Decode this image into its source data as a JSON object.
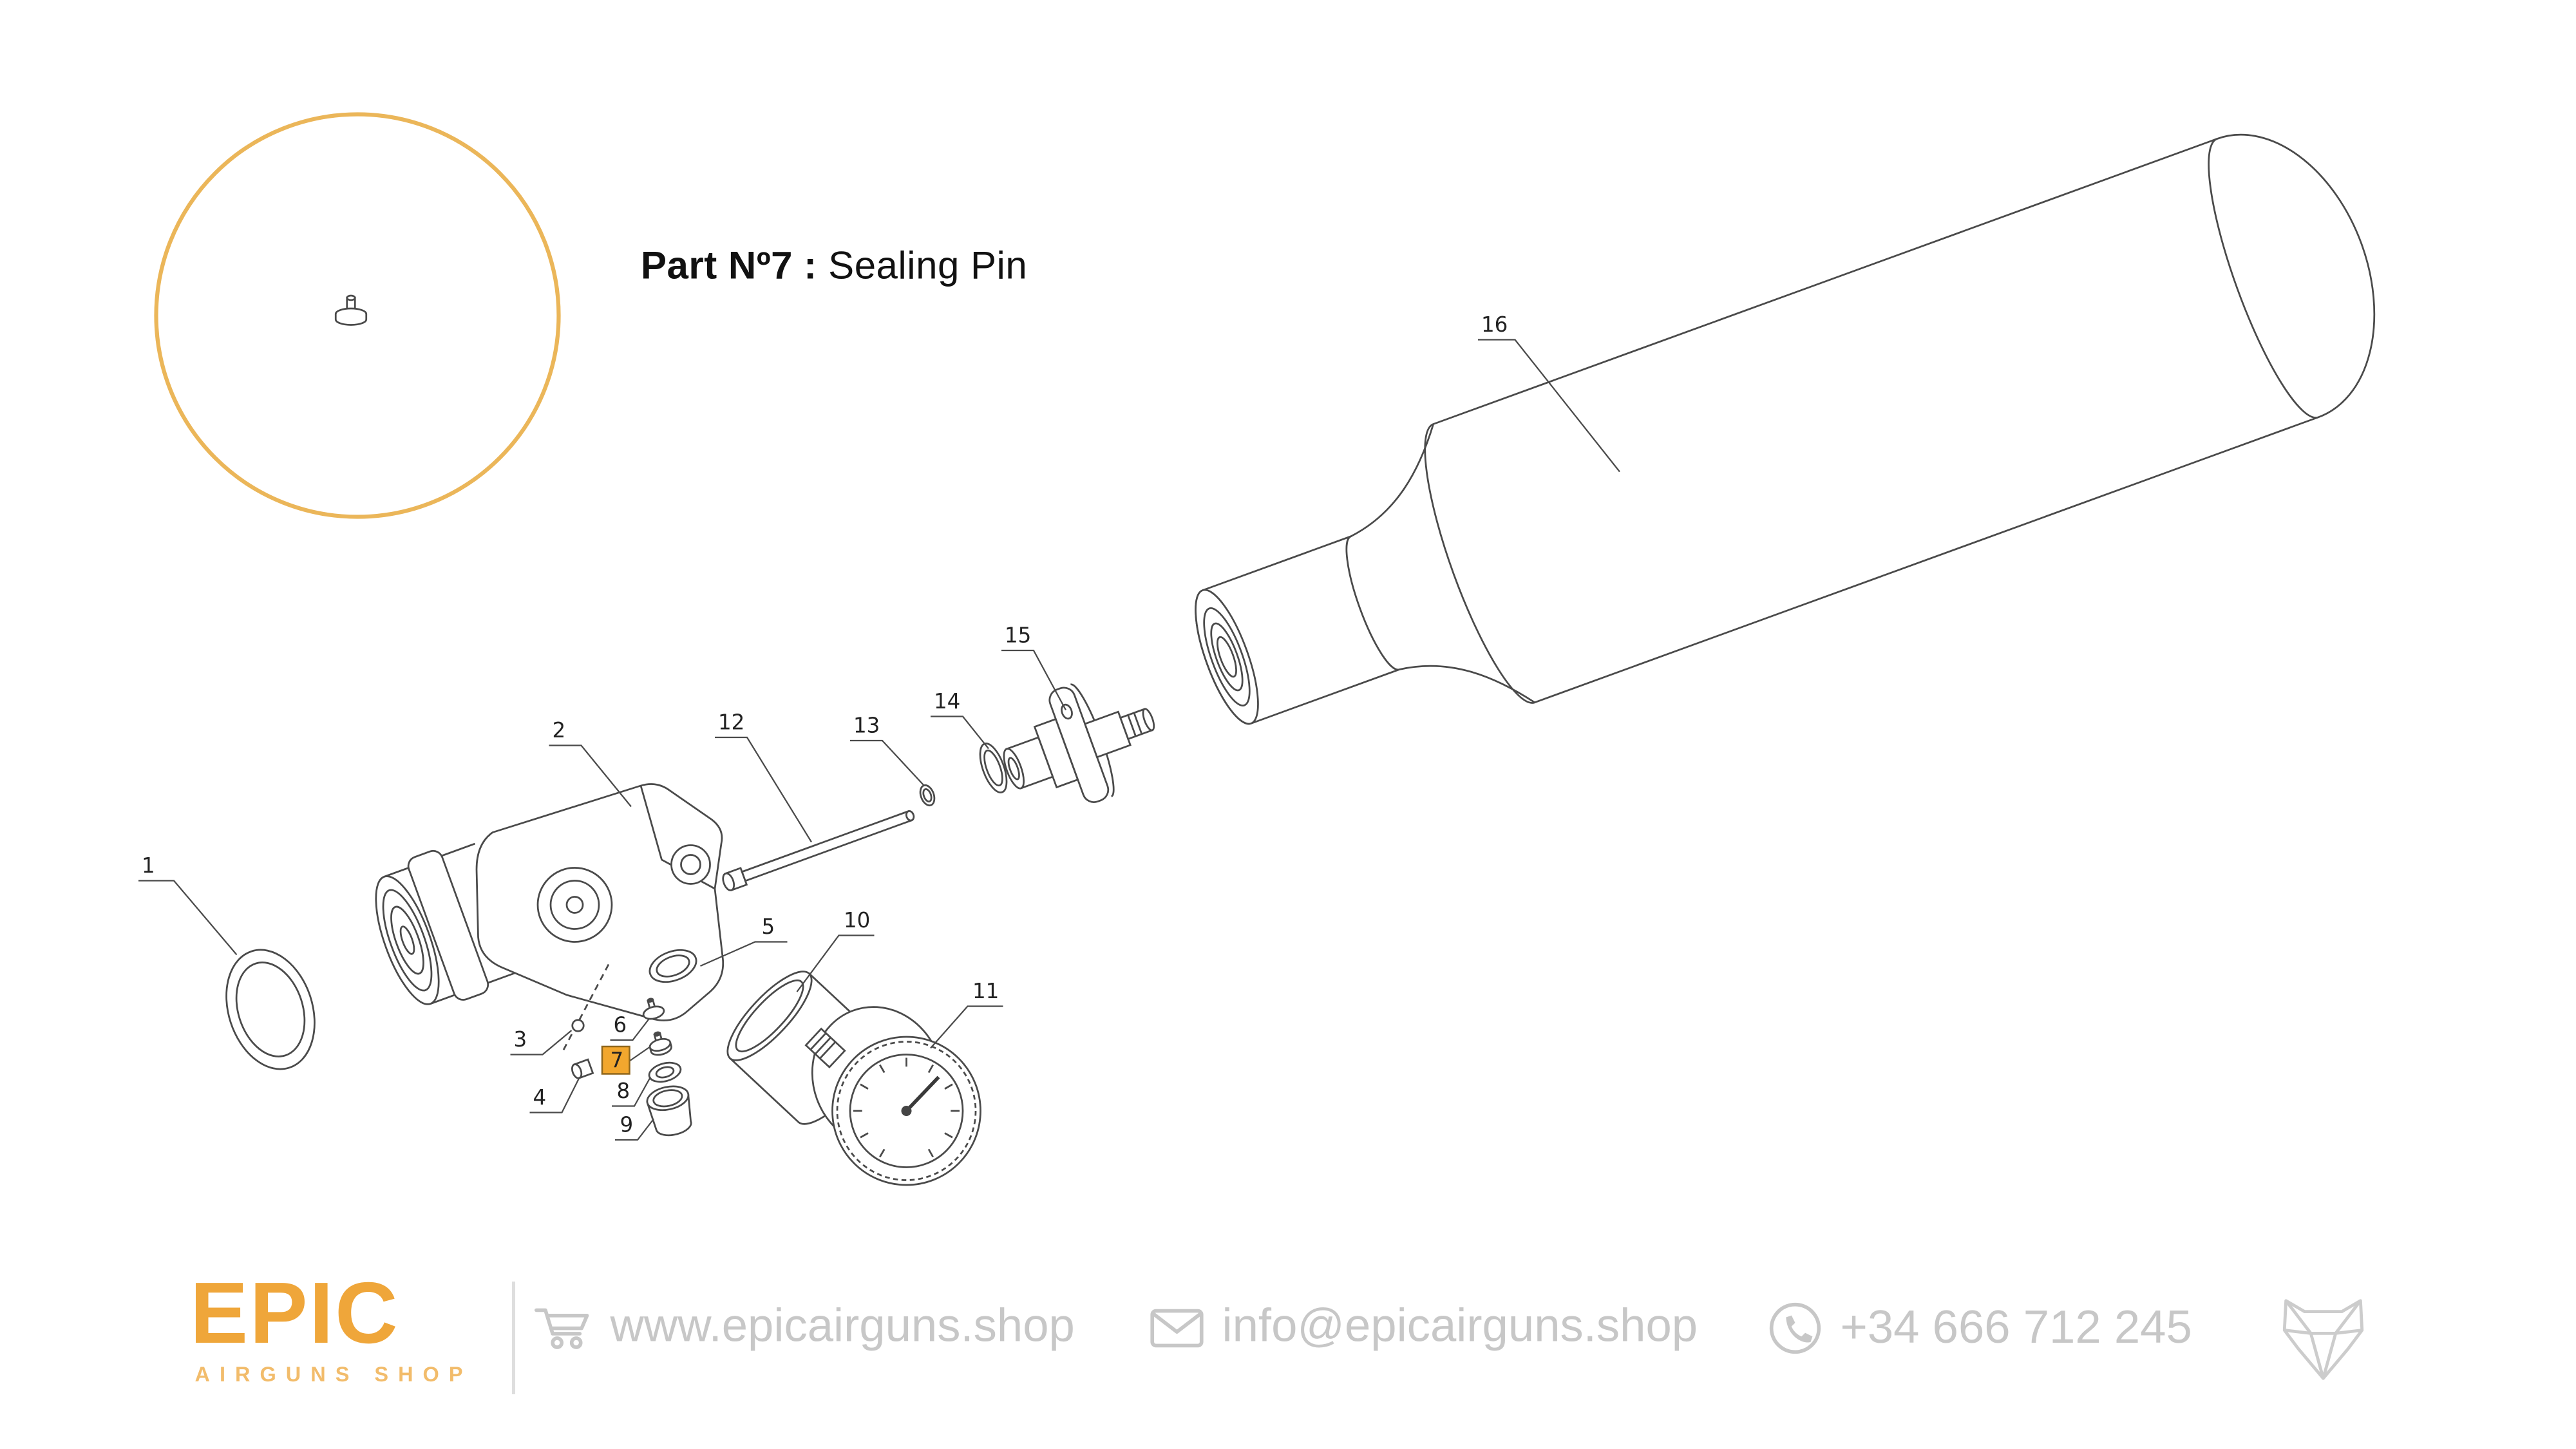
{
  "callout": {
    "label_bold": "Part Nº7 :",
    "label_regular": "Sealing Pin"
  },
  "detail_view": {
    "shape": "sealing-pin",
    "circle_color": "#EBB659"
  },
  "diagram": {
    "labels": [
      "1",
      "2",
      "3",
      "4",
      "5",
      "6",
      "7",
      "8",
      "9",
      "10",
      "11",
      "12",
      "13",
      "14",
      "15",
      "16"
    ],
    "highlighted_part": "7",
    "highlight_color": "#F2A72E",
    "line_color": "#4a4a4a"
  },
  "footer": {
    "logo_text": "EPIC",
    "logo_subtitle": "AIRGUNS SHOP",
    "logo_color": "#EFA63A",
    "website": "www.epicairguns.shop",
    "email": "info@epicairguns.shop",
    "phone": "+34 666 712 245",
    "text_color": "#c7c7c7"
  }
}
